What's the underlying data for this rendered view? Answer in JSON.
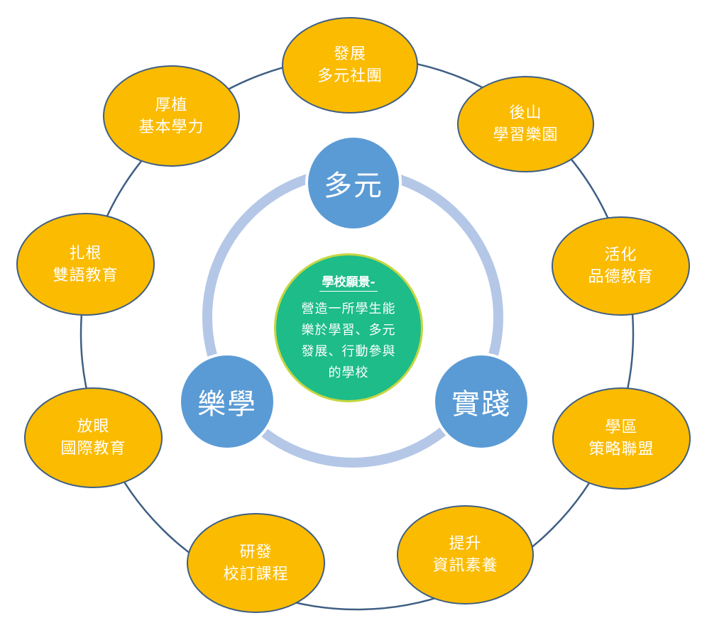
{
  "center": {
    "title": "學校願景-",
    "lines": [
      "營造一所學生能",
      "樂於學習、多元",
      "發展、行動參與",
      "的學校"
    ]
  },
  "pillars": [
    "多元",
    "實踐",
    "樂學"
  ],
  "outer_nodes": [
    {
      "line1": "發展",
      "line2": "多元社團"
    },
    {
      "line1": "後山",
      "line2": "學習樂園"
    },
    {
      "line1": "活化",
      "line2": "品德教育"
    },
    {
      "line1": "學區",
      "line2": "策略聯盟"
    },
    {
      "line1": "提升",
      "line2": "資訊素養"
    },
    {
      "line1": "研發",
      "line2": "校訂課程"
    },
    {
      "line1": "放眼",
      "line2": "國際教育"
    },
    {
      "line1": "扎根",
      "line2": "雙語教育"
    },
    {
      "line1": "厚植",
      "line2": "基本學力"
    }
  ],
  "colors": {
    "outer_node_fill": "#fbbb00",
    "outer_ring": "#3f5f84",
    "inner_ring": "#b4c7e7",
    "pillar_fill": "#5b9bd5",
    "center_fill": "#1dbc89",
    "center_border": "#c6d640"
  }
}
